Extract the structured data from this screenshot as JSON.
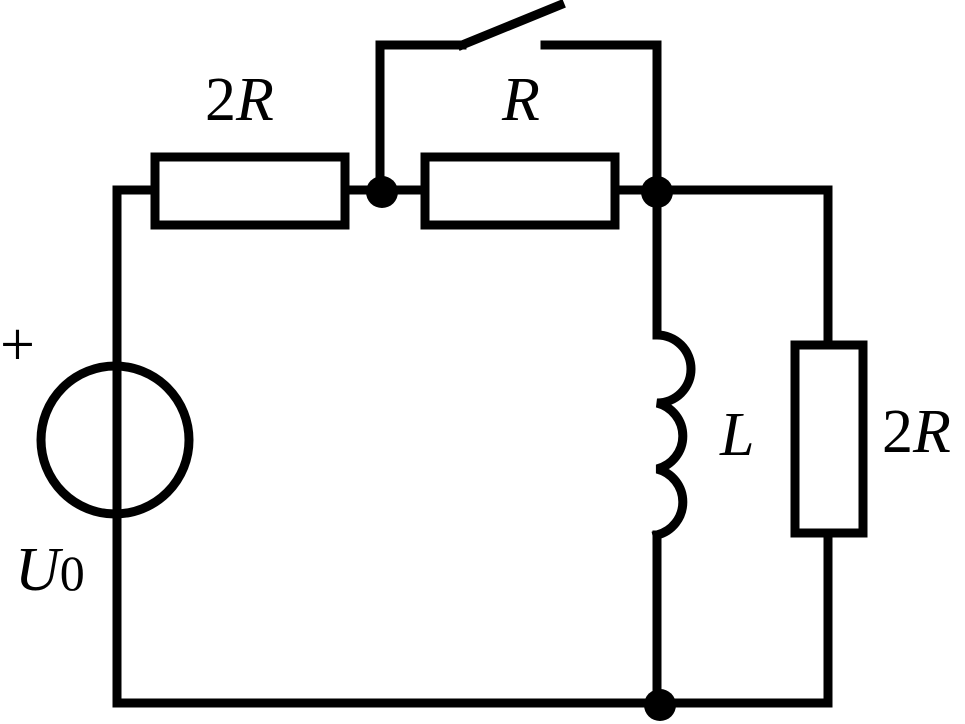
{
  "diagram": {
    "labels": {
      "series_resistor_coeff": "2",
      "series_resistor_sym": "R",
      "middle_resistor": "R",
      "inductor": "L",
      "shunt_resistor_coeff": "2",
      "shunt_resistor_sym": "R",
      "source_plus": "+",
      "source_name": "U",
      "source_subscript": "0"
    },
    "ink_color": "#000000",
    "background_color": "#ffffff"
  }
}
